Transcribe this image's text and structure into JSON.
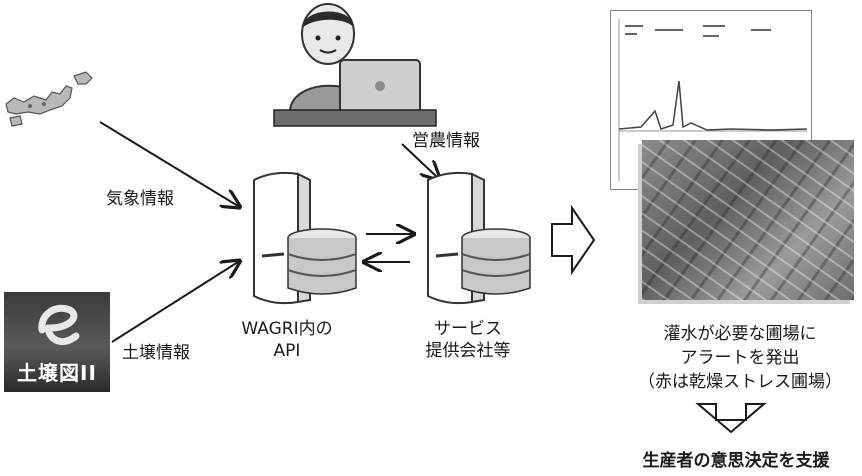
{
  "labels": {
    "weather": "気象情報",
    "farm": "営農情報",
    "soil": "土壌情報",
    "wagri": "WAGRI内の",
    "api": "API",
    "service1": "サービス",
    "service2": "提供会社等",
    "result1": "灌水が必要な圃場に",
    "result2": "アラートを発出",
    "result3": "（赤は乾燥ストレス圃場）",
    "support": "生産者の意思決定を支援"
  },
  "soil_logo_text": "土壌図II",
  "icons": {
    "japan_map": "japan-map-icon",
    "person": "farmer-at-laptop-icon",
    "server": "server-database-icon",
    "arrow": "block-arrow-icon"
  }
}
